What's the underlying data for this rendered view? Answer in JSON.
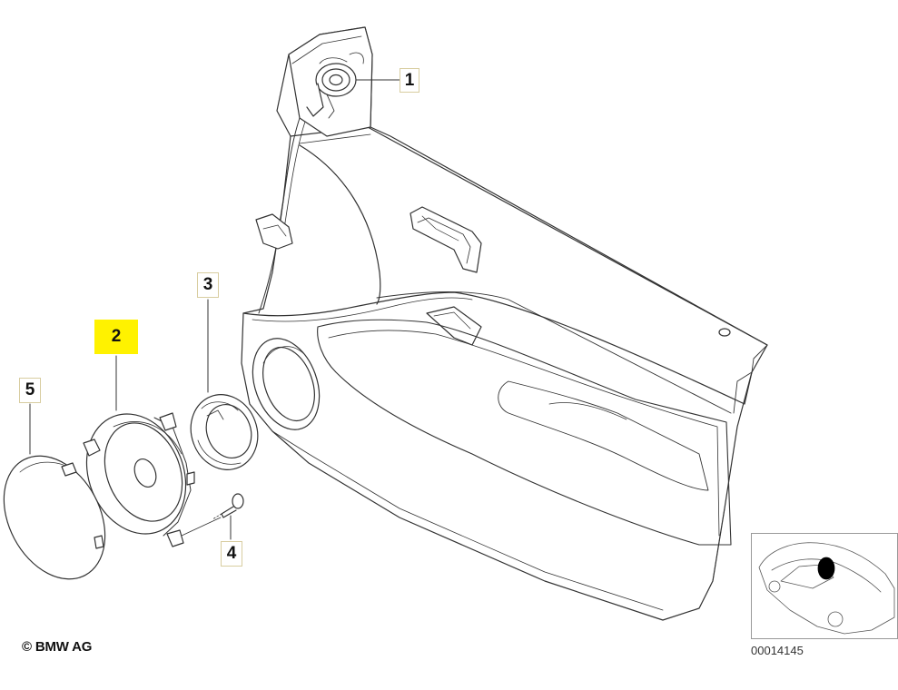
{
  "callouts": [
    {
      "id": "1",
      "label": "1",
      "highlighted": false
    },
    {
      "id": "2",
      "label": "2",
      "highlighted": true
    },
    {
      "id": "3",
      "label": "3",
      "highlighted": false
    },
    {
      "id": "4",
      "label": "4",
      "highlighted": false
    },
    {
      "id": "5",
      "label": "5",
      "highlighted": false
    }
  ],
  "highlight_color": "#fff200",
  "copyright": "© BMW AG",
  "figure_number": "00014145"
}
